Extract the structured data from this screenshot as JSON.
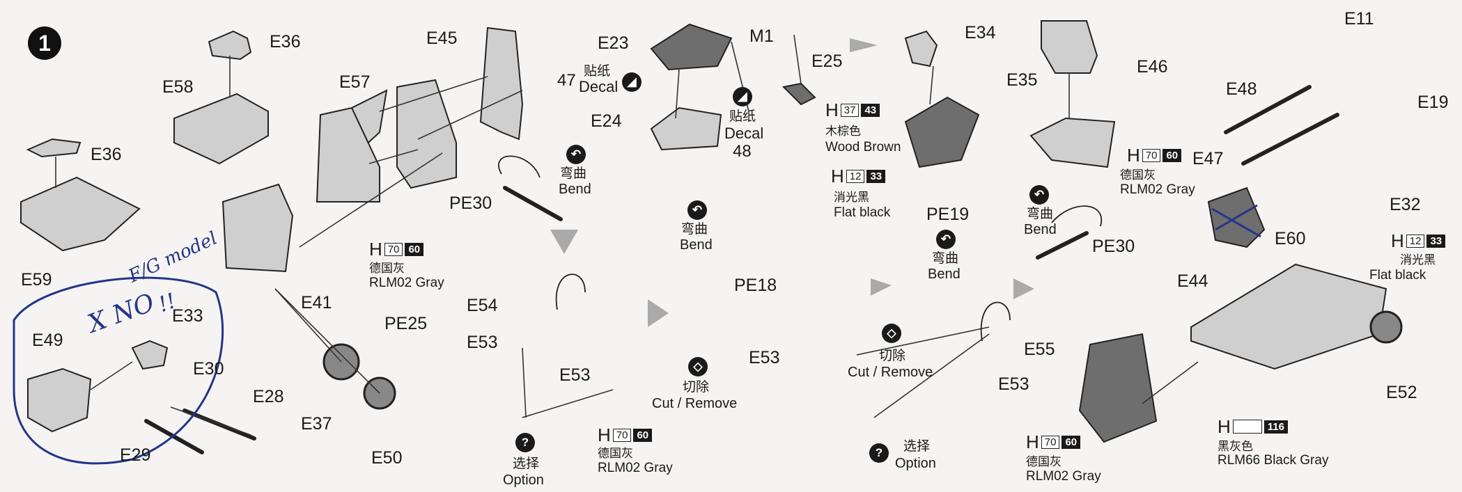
{
  "step": {
    "number": "1"
  },
  "parts": {
    "e36a": "E36",
    "e58": "E58",
    "e57": "E57",
    "e45": "E45",
    "e36b": "E36",
    "e59": "E59",
    "e23": "E23",
    "e24": "E24",
    "m1": "M1",
    "e25": "E25",
    "e34": "E34",
    "e35": "E35",
    "e46": "E46",
    "e11": "E11",
    "e48": "E48",
    "e19": "E19",
    "e47": "E47",
    "e32": "E32",
    "e60": "E60",
    "e44": "E44",
    "e52": "E52",
    "pe30a": "PE30",
    "pe30b": "PE30",
    "pe18": "PE18",
    "pe19": "PE19",
    "pe25": "PE25",
    "e41": "E41",
    "e49": "E49",
    "e33": "E33",
    "e30": "E30",
    "e28": "E28",
    "e37": "E37",
    "e29": "E29",
    "e50": "E50",
    "e54": "E54",
    "e53a": "E53",
    "e53b": "E53",
    "e53c": "E53",
    "e53d": "E53",
    "e55": "E55"
  },
  "decals": {
    "d47_cn": "贴纸",
    "d47_en": "Decal",
    "d47_num": "47",
    "d48_cn": "贴纸",
    "d48_en": "Decal",
    "d48_num": "48"
  },
  "instructions": {
    "bend_cn": "弯曲",
    "bend_en": "Bend",
    "cut_cn": "切除",
    "cut_en": "Cut / Remove",
    "option_cn": "选择",
    "option_en": "Option"
  },
  "paints": {
    "h": "H",
    "rlm02_a": {
      "code1": "70",
      "code2": "60",
      "cn": "德国灰",
      "en": "RLM02 Gray"
    },
    "rlm02_b": {
      "code1": "70",
      "code2": "60",
      "cn": "德国灰",
      "en": "RLM02 Gray"
    },
    "rlm02_c": {
      "code1": "70",
      "code2": "60",
      "cn": "德国灰",
      "en": "RLM02 Gray"
    },
    "rlm02_d": {
      "code1": "70",
      "code2": "60",
      "cn": "德国灰",
      "en": "RLM02 Gray"
    },
    "wood": {
      "code1": "37",
      "code2": "43",
      "cn": "木棕色",
      "en": "Wood Brown"
    },
    "flat_a": {
      "code1": "12",
      "code2": "33",
      "cn": "消光黑",
      "en": "Flat black"
    },
    "flat_b": {
      "code1": "12",
      "code2": "33",
      "cn": "消光黑",
      "en": "Flat black"
    },
    "rlm66": {
      "code2": "116",
      "cn": "黑灰色",
      "en": "RLM66 Black Gray"
    }
  },
  "handwriting": {
    "note": "F/G model",
    "no": "X NO",
    "dots": "!!"
  },
  "colors": {
    "ink": "#1a1a1a",
    "part_fill": "#cfcfcf",
    "detail_fill": "#6e6e6e",
    "pen": "#24348a",
    "paper": "#f5f4f2"
  }
}
